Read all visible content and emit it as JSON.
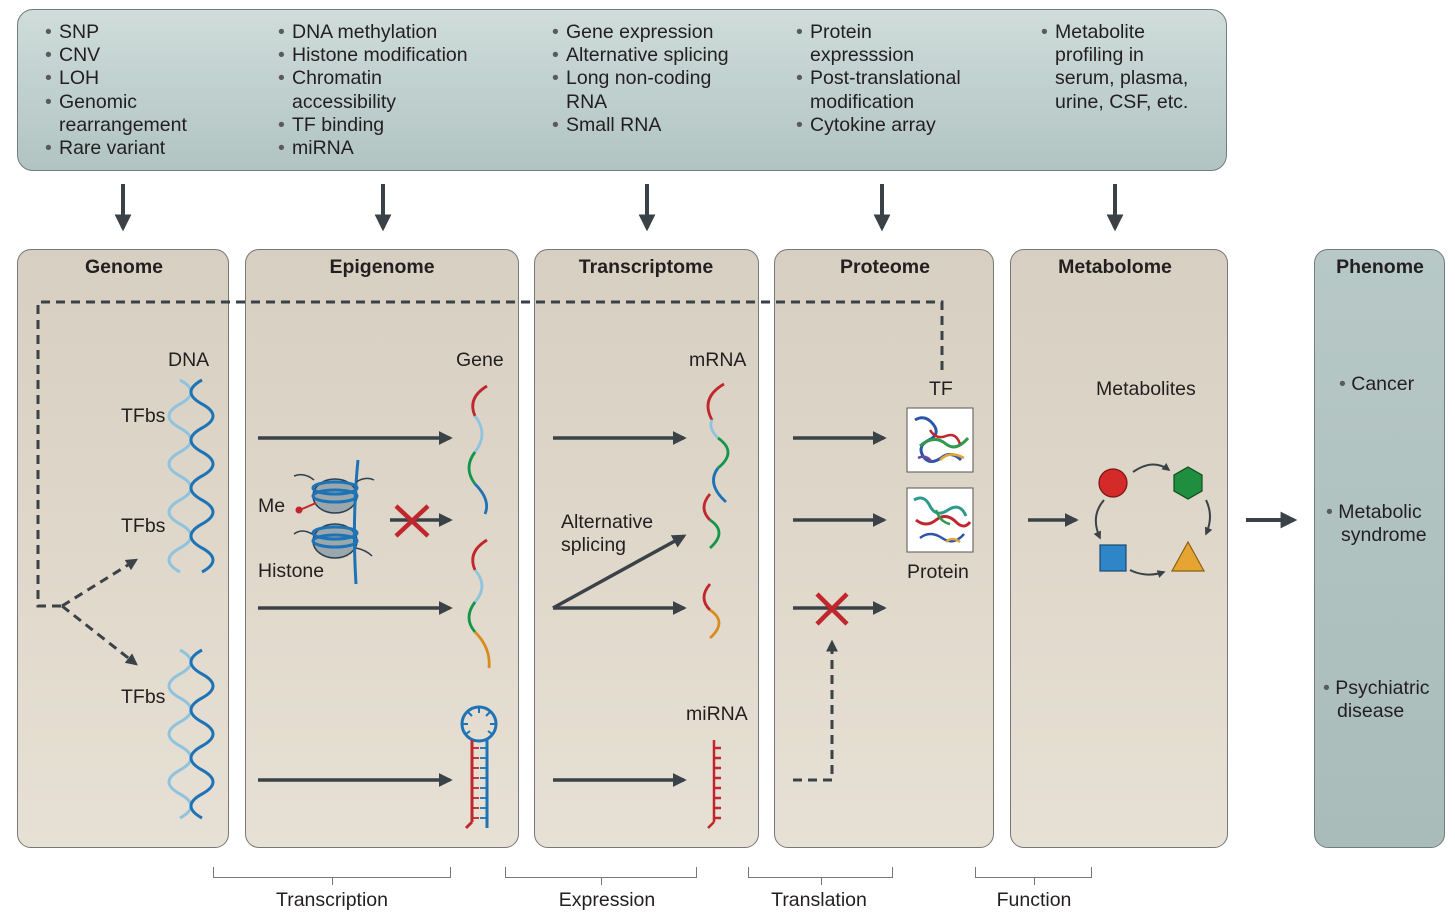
{
  "data_types": {
    "genome": [
      "SNP",
      "CNV",
      "LOH",
      "Genomic",
      "rearrangement",
      "Rare variant"
    ],
    "epigenome": [
      "DNA methylation",
      "Histone modification",
      "Chromatin",
      "accessibility",
      "TF binding",
      "miRNA"
    ],
    "transcriptome": [
      "Gene expression",
      "Alternative splicing",
      "Long non-coding",
      "RNA",
      "Small RNA"
    ],
    "proteome": [
      "Protein",
      "expresssion",
      "Post-translational",
      "modification",
      "Cytokine array"
    ],
    "metabolome": [
      "Metabolite",
      "profiling in",
      "serum, plasma,",
      "urine, CSF, etc."
    ]
  },
  "panels": {
    "genome": "Genome",
    "epigenome": "Epigenome",
    "transcriptome": "Transcriptome",
    "proteome": "Proteome",
    "metabolome": "Metabolome",
    "phenome": "Phenome"
  },
  "labels": {
    "dna": "DNA",
    "tfbs": "TFbs",
    "gene": "Gene",
    "me": "Me",
    "histone": "Histone",
    "mrna": "mRNA",
    "alt_splicing_1": "Alternative",
    "alt_splicing_2": "splicing",
    "mirna": "miRNA",
    "tf": "TF",
    "protein": "Protein",
    "metabolites": "Metabolites"
  },
  "phenotypes": [
    "Cancer",
    "Metabolic",
    "syndrome",
    "Psychiatric",
    "disease"
  ],
  "processes": [
    "Transcription",
    "Expression",
    "Translation",
    "Function"
  ],
  "colors": {
    "arrow": "#3a4248",
    "red": "#c0272d",
    "blue": "#1e73b6",
    "green": "#13954a",
    "orange": "#d98b1f",
    "light_blue": "#8fc3de",
    "gray_panel": "#ddd6ca",
    "teal_box": "#bccdcb"
  }
}
